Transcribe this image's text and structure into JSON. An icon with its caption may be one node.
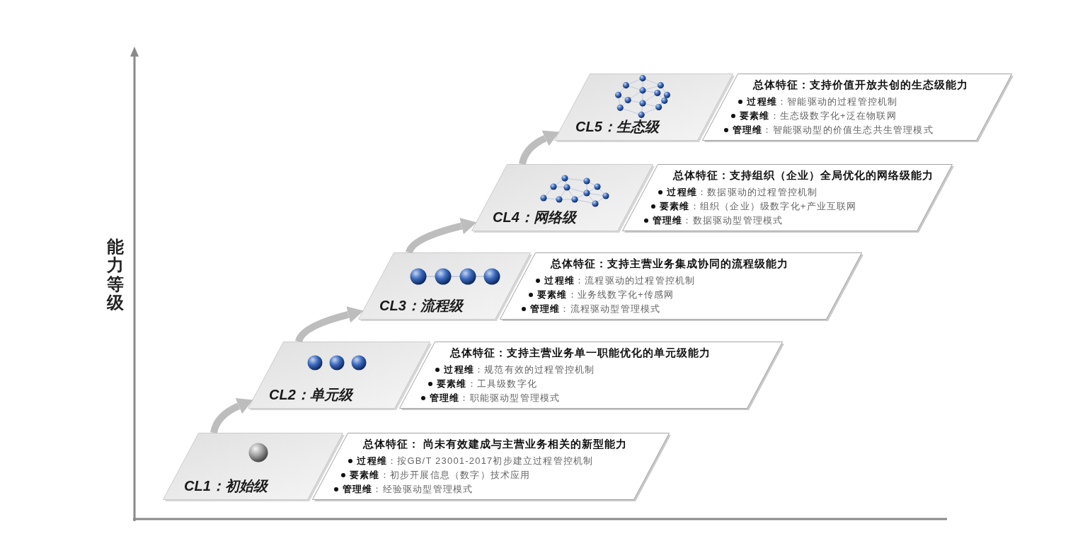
{
  "diagram": {
    "nodes": [
      {
        "text": [
          "CL1：初始级"
        ]
      },
      {
        "text": [
          "总体特征： 尚未有效建成与主营业务相关的新型能力",
          "**过程维**：按GB/T 23001-2017初步建立过程管控机制",
          "**要素维**：初步开展信息（数字）技术应用",
          "**管理维**：经验驱动型管理模式"
        ]
      },
      {
        "text": [
          "CL2：单元级"
        ]
      },
      {
        "text": [
          "总体特征：支持主营业务单一职能优化的单元级能力",
          "**过程维**：规范有效的过程管控机制",
          "**要素维**：工具级数字化",
          "**管理维**：职能驱动型管理模式"
        ]
      },
      {
        "text": [
          "CL3：流程级"
        ]
      },
      {
        "text": [
          "总体特征：支持主营业务集成协同的流程级能力",
          "**过程维**：流程驱动的过程管控机制",
          "**要素维**：业务线数字化+传感网",
          "**管理维**：流程驱动型管理模式"
        ]
      },
      {
        "text": [
          "CL4：网络级"
        ]
      },
      {
        "text": [
          "总体特征：支持组织（企业）全局优化的网络级能力",
          "**过程维**：数据驱动的过程管控机制",
          "**要素维**：组织（企业）级数字化+产业互联网",
          "**管理维**：数据驱动型管理模式"
        ]
      },
      {
        "text": [
          "CL5：生态级"
        ]
      },
      {
        "text": [
          "总体特征：支持价值开放共创的生态级能力",
          "**过程维**：智能驱动的过程管控机制",
          "**要素维**：生态级数字化+泛在物联网",
          "**管理维**：智能驱动型的价值生态共生管理模式"
        ]
      }
    ],
    "edges": [
      {
        "from": 0,
        "to": 2,
        "arrow": "to"
      },
      {
        "from": 2,
        "to": 4,
        "arrow": "to"
      },
      {
        "from": 4,
        "to": 6,
        "arrow": "to"
      },
      {
        "from": 6,
        "to": 8,
        "arrow": "to"
      }
    ],
    "labels": [
      "能力等级"
    ]
  }
}
